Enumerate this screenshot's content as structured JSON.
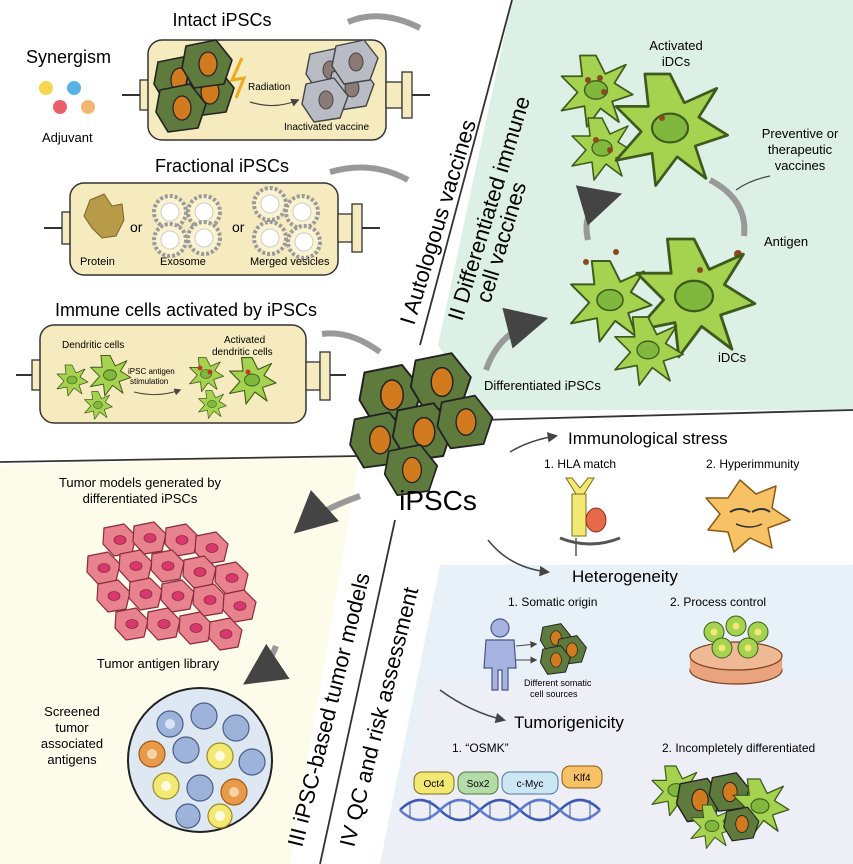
{
  "quadrant1": {
    "section_title": "I Autologous vaccines",
    "intact": {
      "title": "Intact iPSCs",
      "radiation": "Radiation",
      "inactivated": "Inactivated vaccine"
    },
    "synergism": {
      "title": "Synergism",
      "adjuvant": "Adjuvant"
    },
    "fractional": {
      "title": "Fractional iPSCs",
      "protein": "Protein",
      "or1": "or",
      "exosome": "Exosome",
      "or2": "or",
      "merged": "Merged vesicles"
    },
    "immune": {
      "title": "Immune cells activated by iPSCs",
      "dendritic": "Dendritic cells",
      "stim_line1": "iPSC antigen",
      "stim_line2": "stimulation",
      "activated_line1": "Activated",
      "activated_line2": "dendritic cells"
    }
  },
  "quadrant2": {
    "section_title_line1": "II Differentiated immune",
    "section_title_line2": "cell vaccines",
    "activated_idcs_line1": "Activated",
    "activated_idcs_line2": "iDCs",
    "preventive_line1": "Preventive or",
    "preventive_line2": "therapeutic",
    "preventive_line3": "vaccines",
    "antigen": "Antigen",
    "idcs": "iDCs",
    "differentiated_ipscs": "Differentiated iPSCs"
  },
  "center": {
    "label": "iPSCs"
  },
  "quadrant3": {
    "section_title": "III iPSC-based tumor models",
    "tumor_models_line1": "Tumor models generated by",
    "tumor_models_line2": "differentiated iPSCs",
    "antigen_library": "Tumor antigen library",
    "screened_line1": "Screened",
    "screened_line2": "tumor",
    "screened_line3": "associated",
    "screened_line4": "antigens"
  },
  "quadrant4": {
    "section_title": "IV QC and risk assessment",
    "immuno_title": "Immunological stress",
    "hla": "1. HLA match",
    "hyper": "2. Hyperimmunity",
    "hetero_title": "Heterogeneity",
    "somatic": "1. Somatic origin",
    "process": "2. Process control",
    "diff_somatic_line1": "Different somatic",
    "diff_somatic_line2": "cell sources",
    "tumor_title": "Tumorigenicity",
    "osmk": "1. “OSMK”",
    "incomplete": "2. Incompletely differentiated",
    "genes": [
      "Oct4",
      "Sox2",
      "c-Myc",
      "Klf4"
    ]
  },
  "colors": {
    "ipsc_cell": "#5e7a3c",
    "ipsc_nucleus": "#d27a1e",
    "dc_green": "#a5d24f",
    "dc_nucleus": "#7fb83c",
    "tumor_pink": "#e9828f",
    "syringe": "#f6ebbf",
    "quadrant2_bg": "#dcf0e6",
    "quadrant3_bg": "#fdfbe9",
    "quadrant4_bg": "#e8f1f8"
  }
}
